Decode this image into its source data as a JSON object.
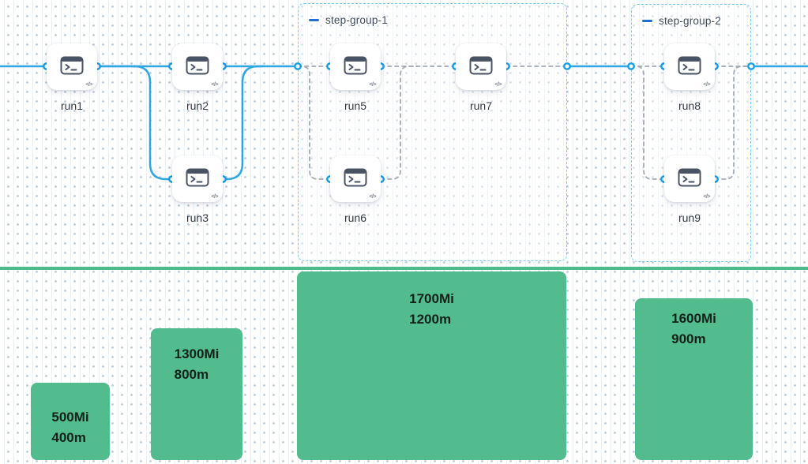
{
  "diagram": {
    "nodes": [
      {
        "id": "run1",
        "label": "run1"
      },
      {
        "id": "run2",
        "label": "run2"
      },
      {
        "id": "run3",
        "label": "run3"
      },
      {
        "id": "run5",
        "label": "run5"
      },
      {
        "id": "run6",
        "label": "run6"
      },
      {
        "id": "run7",
        "label": "run7"
      },
      {
        "id": "run8",
        "label": "run8"
      },
      {
        "id": "run9",
        "label": "run9"
      }
    ],
    "groups": [
      {
        "id": "step-group-1",
        "label": "step-group-1"
      },
      {
        "id": "step-group-2",
        "label": "step-group-2"
      }
    ],
    "icons": {
      "node_icon": "terminal-icon",
      "code_badge_glyph": "</>",
      "group_collapse_icon": "minus-icon"
    }
  },
  "chart_data": {
    "type": "bar",
    "orientation": "vertical",
    "title": "",
    "bars": [
      {
        "lines": [
          "500Mi",
          "400m"
        ],
        "memory_mi": 500,
        "cpu_m": 400
      },
      {
        "lines": [
          "1300Mi",
          "800m"
        ],
        "memory_mi": 1300,
        "cpu_m": 800
      },
      {
        "lines": [
          "1700Mi",
          "1200m"
        ],
        "memory_mi": 1700,
        "cpu_m": 1200
      },
      {
        "lines": [
          "1600Mi",
          "900m"
        ],
        "memory_mi": 1600,
        "cpu_m": 900
      }
    ]
  },
  "colors": {
    "edge_blue": "#2ea7e3",
    "port_blue": "#14a0e6",
    "group_border_blue": "#7ac9f4",
    "group_dash_blue": "#1d6fd2",
    "edge_gray_dashed": "#a2aab5",
    "node_icon_slate": "#4a5363",
    "bar_green": "#53bc8e",
    "divider_green": "#4cbb8c",
    "node_label_text": "#333944",
    "bar_text": "#14201a"
  }
}
